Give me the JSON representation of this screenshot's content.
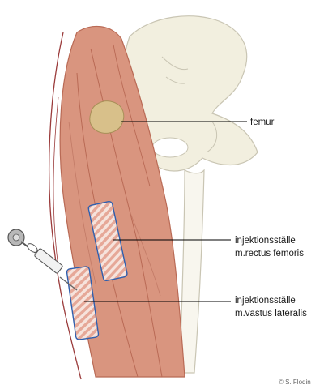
{
  "labels": {
    "femur": "femur",
    "rectus_line1": "injektionsställe",
    "rectus_line2": "m.rectus femoris",
    "vastus_line1": "injektionsställe",
    "vastus_line2": "m.vastus lateralis",
    "copyright": "© S. Flodin"
  },
  "colors": {
    "muscle": "#d9957f",
    "muscle_dark": "#b96a55",
    "skin_outline": "#9b3b3b",
    "bone": "#f2efdf",
    "bone_outline": "#c9c5b3",
    "femur_head": "#d8c08a",
    "site_outline": "#2f5fae",
    "hatch": "#f4c8bd"
  },
  "icons": [
    "syringe-icon"
  ]
}
